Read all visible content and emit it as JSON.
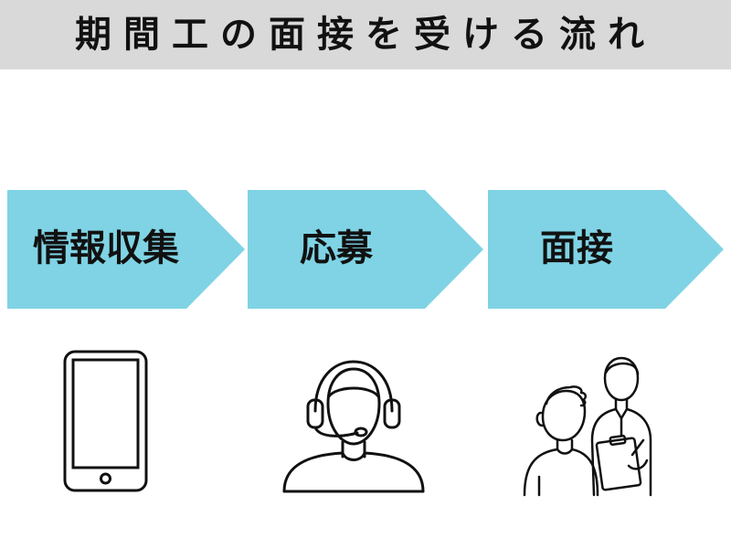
{
  "title": "期間工の面接を受ける流れ",
  "colors": {
    "title_bg": "#d9d9d9",
    "arrow_fill": "#7fd3e4",
    "text": "#111111",
    "icon_stroke": "#111111"
  },
  "steps": [
    {
      "label": "情報収集",
      "icon": "smartphone-icon"
    },
    {
      "label": "応募",
      "icon": "headset-operator-icon"
    },
    {
      "label": "面接",
      "icon": "interview-people-icon"
    }
  ]
}
